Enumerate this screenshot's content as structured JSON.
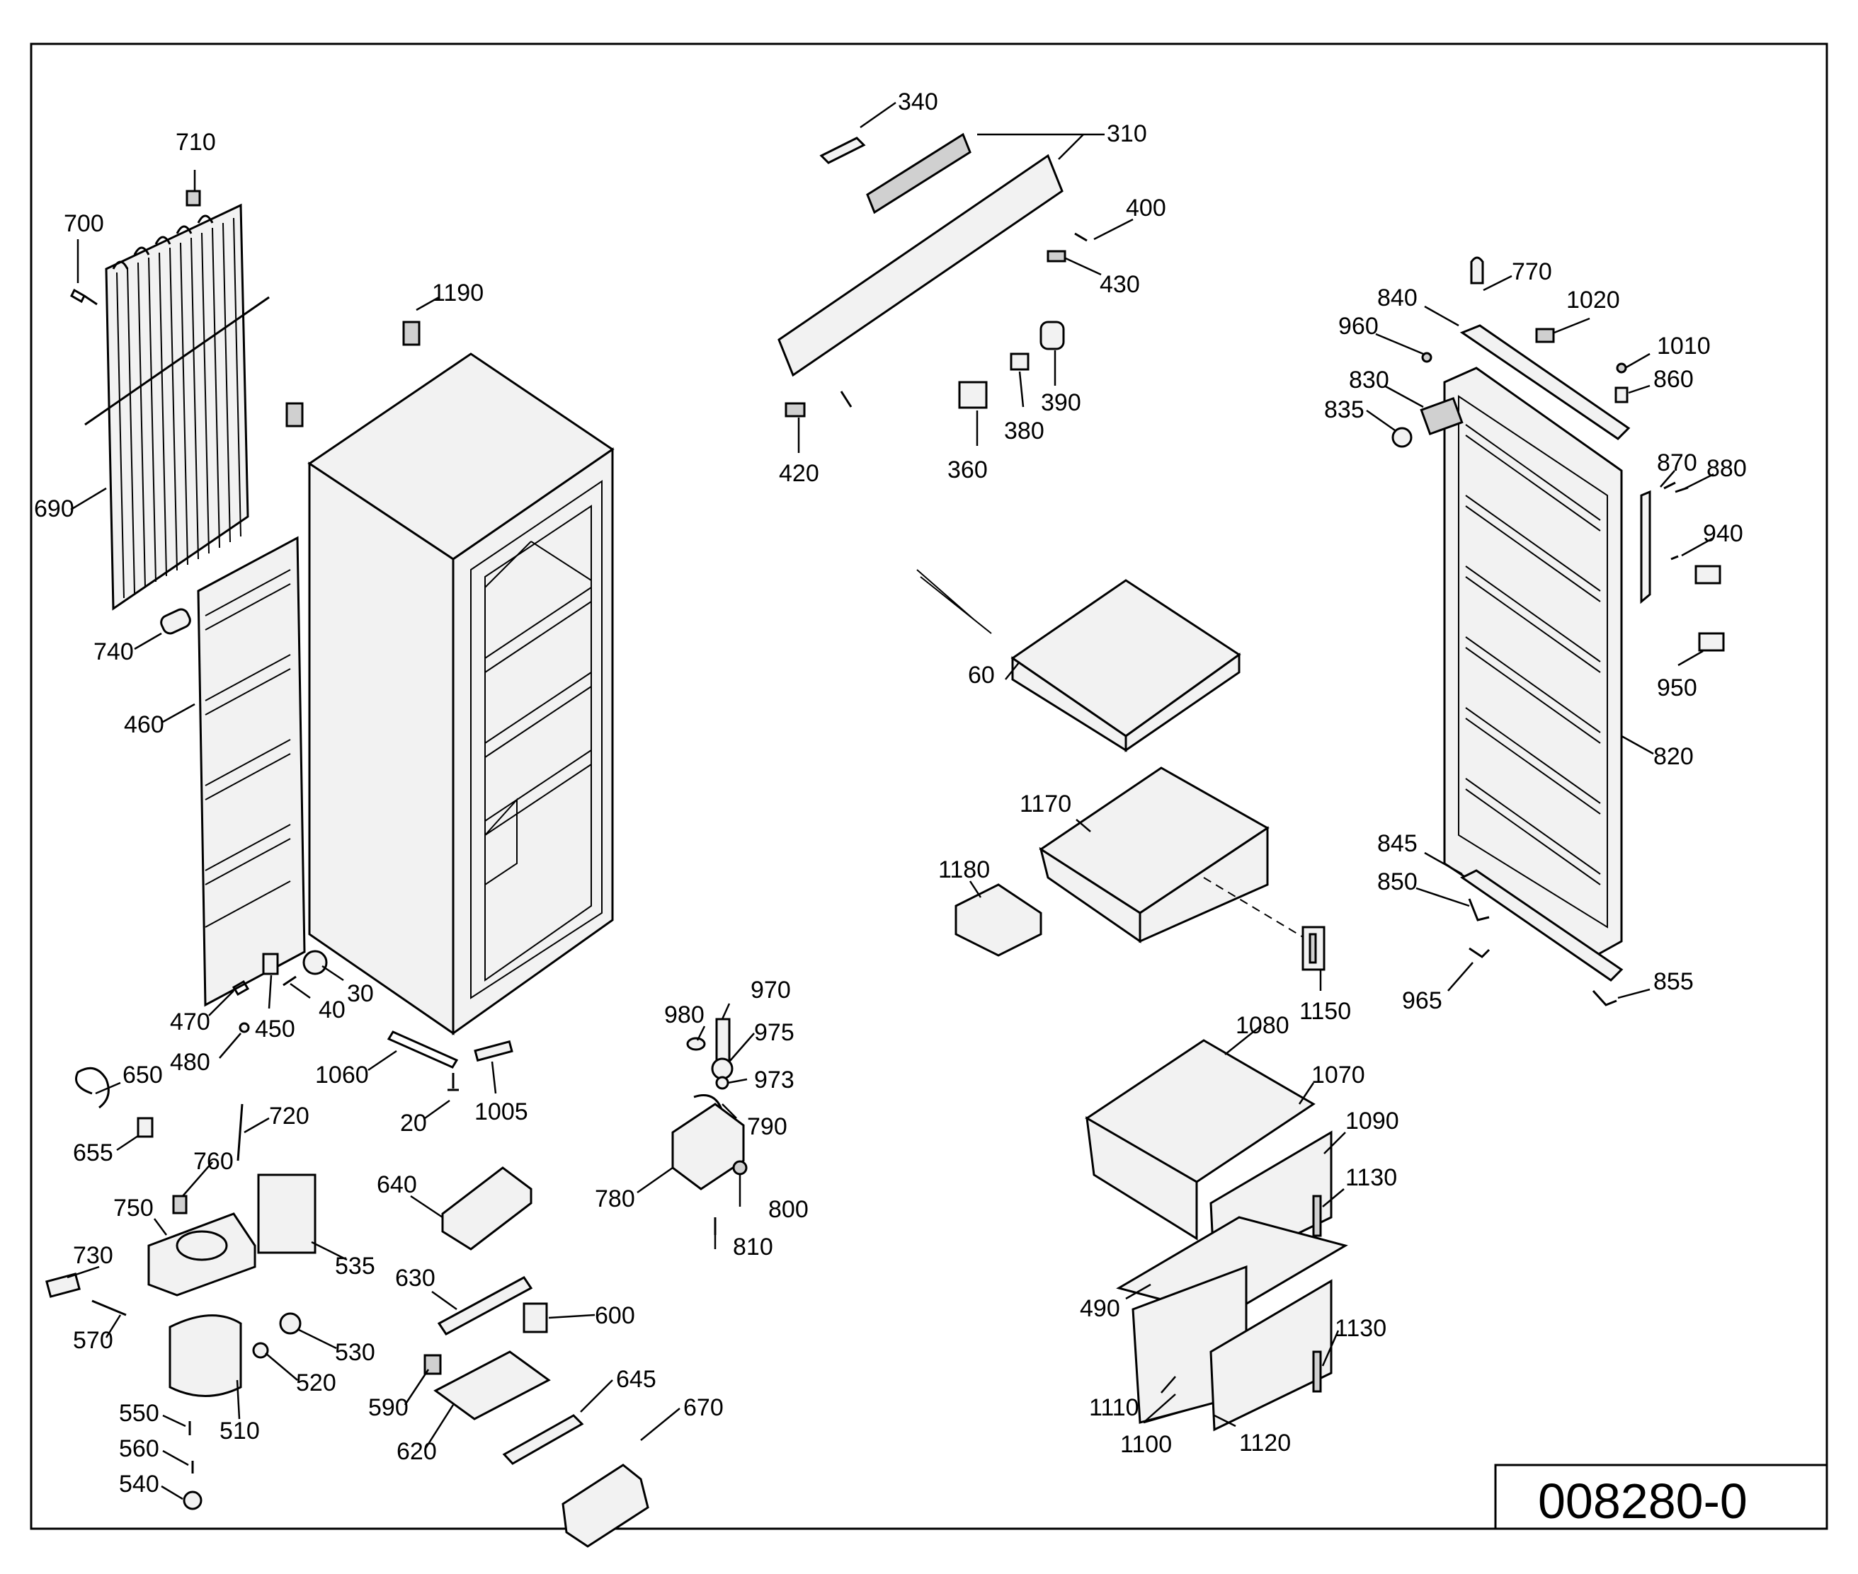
{
  "document_number": "008280-0",
  "labels": {
    "p710": "710",
    "p700": "700",
    "p690": "690",
    "p740": "740",
    "p460": "460",
    "p1190": "1190",
    "p470": "470",
    "p450": "450",
    "p480": "480",
    "p40": "40",
    "p30": "30",
    "p1060": "1060",
    "p20": "20",
    "p1005": "1005",
    "p650": "650",
    "p655": "655",
    "p720": "720",
    "p760": "760",
    "p750": "750",
    "p535": "535",
    "p730": "730",
    "p570": "570",
    "p530": "530",
    "p520": "520",
    "p510": "510",
    "p550": "550",
    "p560": "560",
    "p540": "540",
    "p640": "640",
    "p630": "630",
    "p600": "600",
    "p590": "590",
    "p620": "620",
    "p645": "645",
    "p670": "670",
    "p980": "980",
    "p970": "970",
    "p975": "975",
    "p973": "973",
    "p790": "790",
    "p780": "780",
    "p800": "800",
    "p810": "810",
    "p340": "340",
    "p310": "310",
    "p400": "400",
    "p430": "430",
    "p420": "420",
    "p390": "390",
    "p380": "380",
    "p360": "360",
    "p60": "60",
    "p1170": "1170",
    "p1180": "1180",
    "p1150": "1150",
    "p1080": "1080",
    "p1070": "1070",
    "p1090": "1090",
    "p1130a": "1130",
    "p490": "490",
    "p1130b": "1130",
    "p1110": "1110",
    "p1100": "1100",
    "p1120": "1120",
    "p770": "770",
    "p840": "840",
    "p1020": "1020",
    "p960": "960",
    "p1010": "1010",
    "p830": "830",
    "p860": "860",
    "p835": "835",
    "p870": "870",
    "p880": "880",
    "p940": "940",
    "p950": "950",
    "p820": "820",
    "p845": "845",
    "p850": "850",
    "p965": "965",
    "p855": "855"
  }
}
